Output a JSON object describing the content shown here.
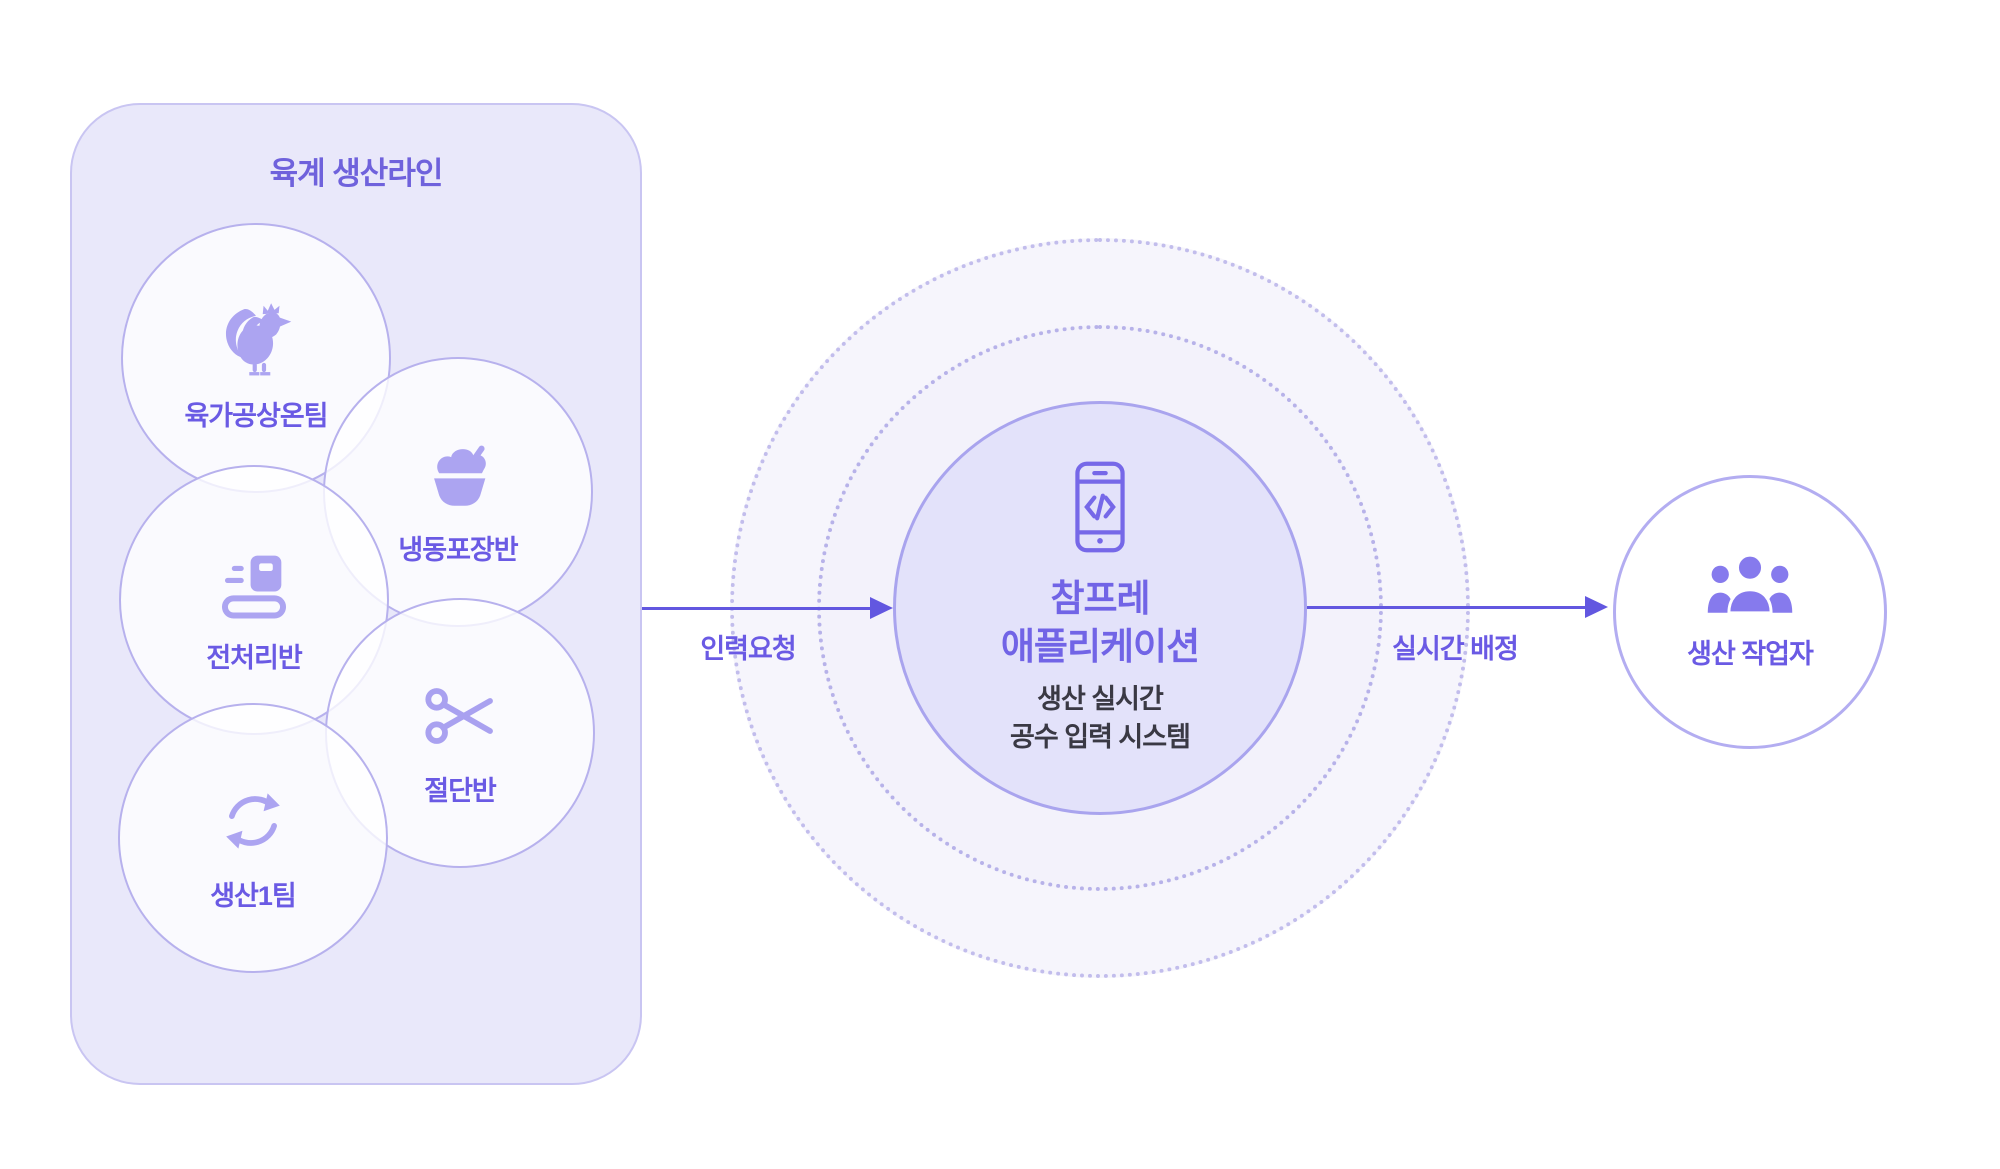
{
  "diagram_title": "육계 생산라인 → 참프레 애플리케이션 → 생산 작업자 flow",
  "colors": {
    "accent_purple": "#6C5CE7",
    "arrow_purple": "#6257E0",
    "panel_bg": "#E9E8FA",
    "panel_border": "#C9C5F2",
    "team_circle_border": "#B7B1ED",
    "team_icon_purple": "#ACA4F1",
    "hub_fill": "#E3E2FA",
    "hub_border": "#A9A4EE",
    "hub_icon_purple": "#7668E8",
    "dotted_ring": "#B7B2E9",
    "label_purple": "#6A5AE4",
    "subtitle_dark": "#3A3944",
    "worker_icon_purple": "#867AED"
  },
  "panel": {
    "title": "육계 생산라인",
    "teams": [
      {
        "label": "육가공상온팀",
        "icon": "rooster-icon"
      },
      {
        "label": "냉동포장반",
        "icon": "shaved-ice-bowl-icon"
      },
      {
        "label": "전처리반",
        "icon": "conveyor-box-icon"
      },
      {
        "label": "절단반",
        "icon": "scissors-icon"
      },
      {
        "label": "생산1팀",
        "icon": "sync-icon"
      }
    ]
  },
  "flows": [
    {
      "label": "인력요청",
      "from": "육계 생산라인",
      "to": "참프레 애플리케이션"
    },
    {
      "label": "실시간 배정",
      "from": "참프레 애플리케이션",
      "to": "생산 작업자"
    }
  ],
  "hub": {
    "title_line1": "참프레",
    "title_line2": "애플리케이션",
    "subtitle_line1": "생산 실시간",
    "subtitle_line2": "공수 입력 시스템",
    "icon": "smartphone-code-icon"
  },
  "worker": {
    "label": "생산 작업자",
    "icon": "people-group-icon"
  }
}
